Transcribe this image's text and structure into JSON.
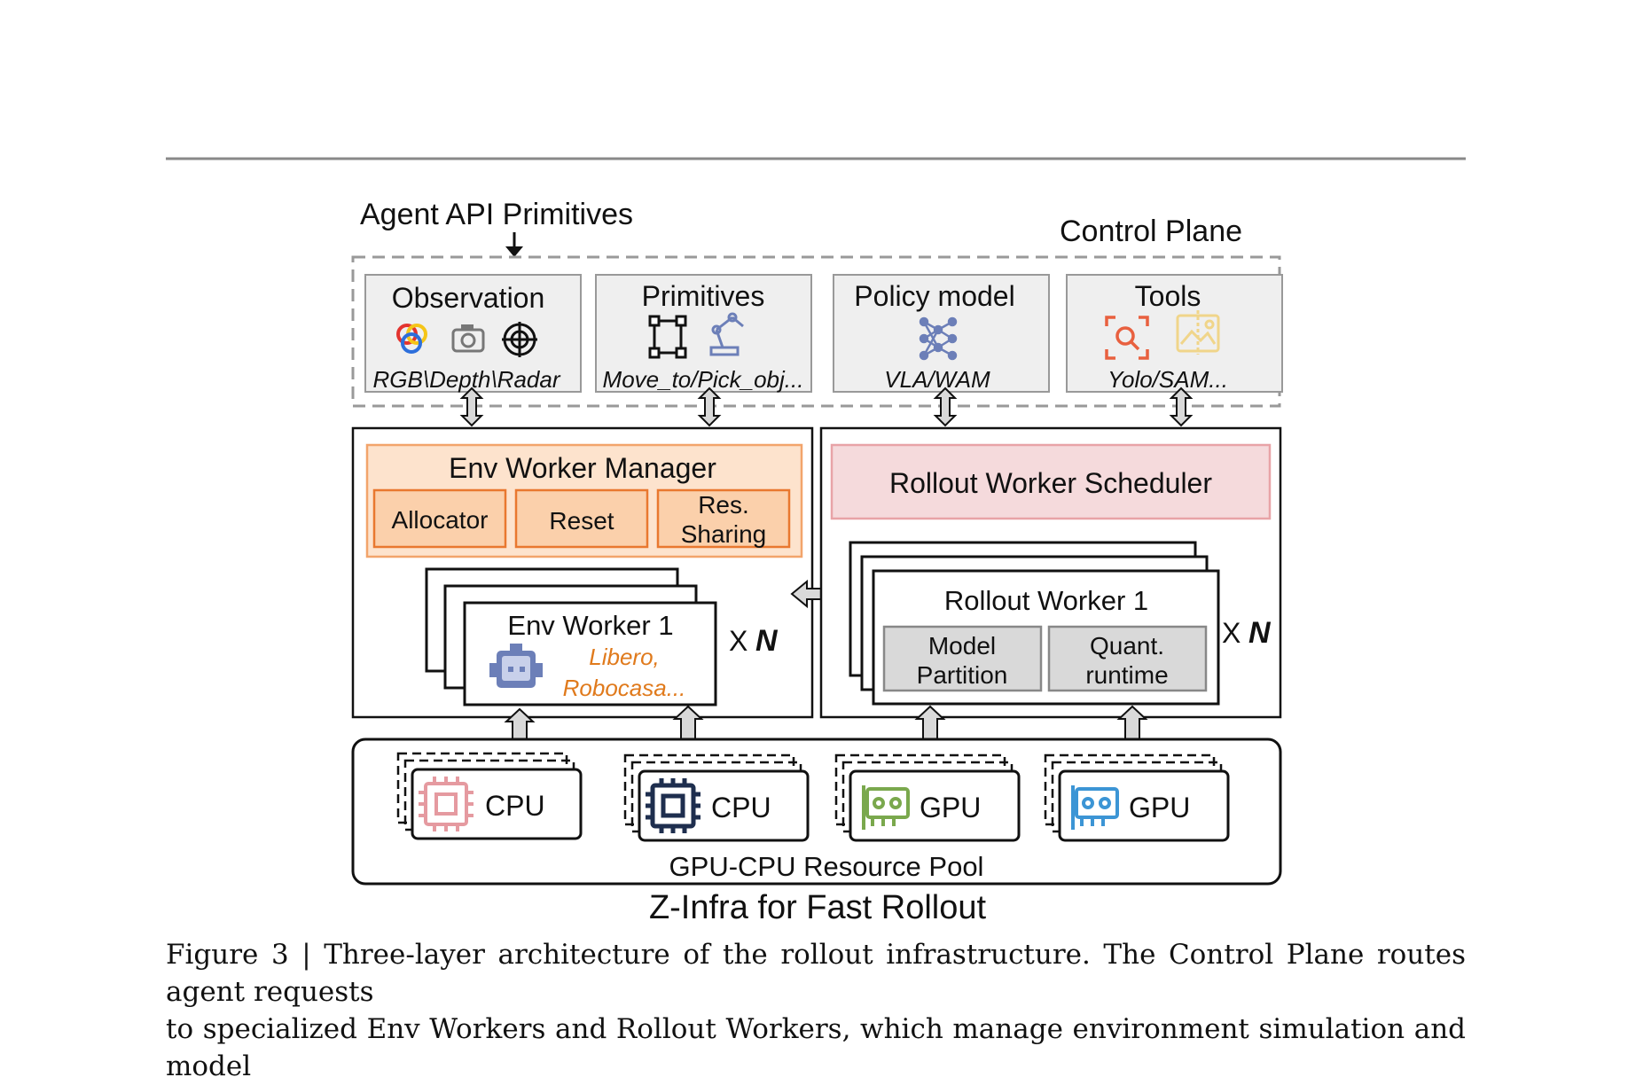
{
  "diagram": {
    "top_label": "Agent API Primitives",
    "control_plane": {
      "label": "Control Plane",
      "boxes": [
        {
          "title": "Observation",
          "subtitle": "RGB\\Depth\\Radar"
        },
        {
          "title": "Primitives",
          "subtitle": "Move_to/Pick_obj..."
        },
        {
          "title": "Policy model",
          "subtitle": "VLA/WAM"
        },
        {
          "title": "Tools",
          "subtitle": "Yolo/SAM..."
        }
      ]
    },
    "env_side": {
      "manager_title": "Env Worker Manager",
      "manager_items": [
        "Allocator",
        "Reset",
        "Res.",
        "Sharing"
      ],
      "worker_title": "Env Worker 1",
      "worker_note_line1": "Libero,",
      "worker_note_line2": "Robocasa...",
      "multiplier_x": "X",
      "multiplier_n": "N"
    },
    "rollout_side": {
      "scheduler_title": "Rollout Worker Scheduler",
      "worker_title": "Rollout Worker 1",
      "item1_line1": "Model",
      "item1_line2": "Partition",
      "item2_line1": "Quant.",
      "item2_line2": "runtime",
      "multiplier_x": "X",
      "multiplier_n": "N"
    },
    "resource_pool": {
      "label": "GPU-CPU Resource Pool",
      "units": [
        "CPU",
        "CPU",
        "GPU",
        "GPU"
      ]
    },
    "bottom_title": "Z-Infra for Fast Rollout",
    "colors": {
      "orange_fill": "#fde3cd",
      "orange_border": "#f2a46b",
      "orange_item_fill": "#fbd0ab",
      "orange_item_border": "#e9782f",
      "pink_fill": "#f5dadc",
      "pink_border": "#e8a3a7",
      "gray_fill": "#efefef",
      "gray_border": "#888888",
      "quant_fill": "#d9d9d9",
      "note_orange": "#e07a1c",
      "robot_blue": "#6c7fb8",
      "cpu_pink": "#e59aa0",
      "cpu_navy": "#1e2e4e",
      "gpu_green": "#7aa84d",
      "gpu_blue": "#3c95d5",
      "tool_red": "#e8603f",
      "tool_yellow": "#f0d58a"
    }
  },
  "caption": {
    "line1": "Figure 3 | Three-layer architecture of the rollout infrastructure. The Control Plane routes agent requests",
    "line2": "to specialized Env Workers and Rollout Workers, which manage environment simulation and model"
  }
}
